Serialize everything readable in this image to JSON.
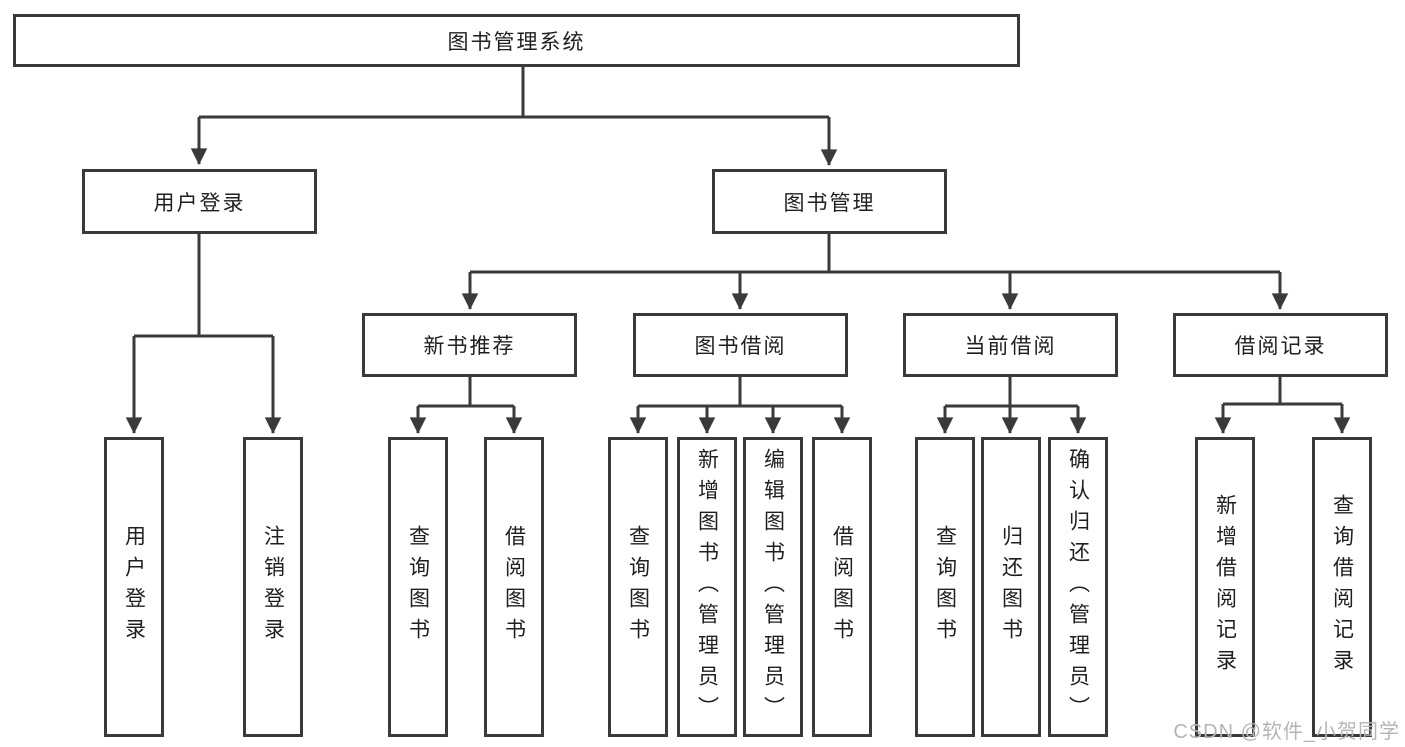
{
  "diagram": {
    "root": {
      "label": "图书管理系统"
    },
    "level2": [
      {
        "label": "用户登录"
      },
      {
        "label": "图书管理"
      }
    ],
    "level3": [
      {
        "label": "新书推荐"
      },
      {
        "label": "图书借阅"
      },
      {
        "label": "当前借阅"
      },
      {
        "label": "借阅记录"
      }
    ],
    "login_children": [
      {
        "label": "用户登录"
      },
      {
        "label": "注销登录"
      }
    ],
    "recommend_children": [
      {
        "label": "查询图书"
      },
      {
        "label": "借阅图书"
      }
    ],
    "borrow_children": [
      {
        "label": "查询图书"
      },
      {
        "label": "新增图书（管理员）"
      },
      {
        "label": "编辑图书（管理员）"
      },
      {
        "label": "借阅图书"
      }
    ],
    "current_children": [
      {
        "label": "查询图书"
      },
      {
        "label": "归还图书"
      },
      {
        "label": "确认归还（管理员）"
      }
    ],
    "record_children": [
      {
        "label": "新增借阅记录"
      },
      {
        "label": "查询借阅记录"
      }
    ]
  },
  "watermark": {
    "text": "CSDN @软件_小贺同学"
  },
  "colors": {
    "line": "#3a3a3a",
    "box_border": "#3a3a3a",
    "box_background": "#ffffff",
    "text": "#1f1f1f",
    "watermark": "#b5b5b5"
  }
}
